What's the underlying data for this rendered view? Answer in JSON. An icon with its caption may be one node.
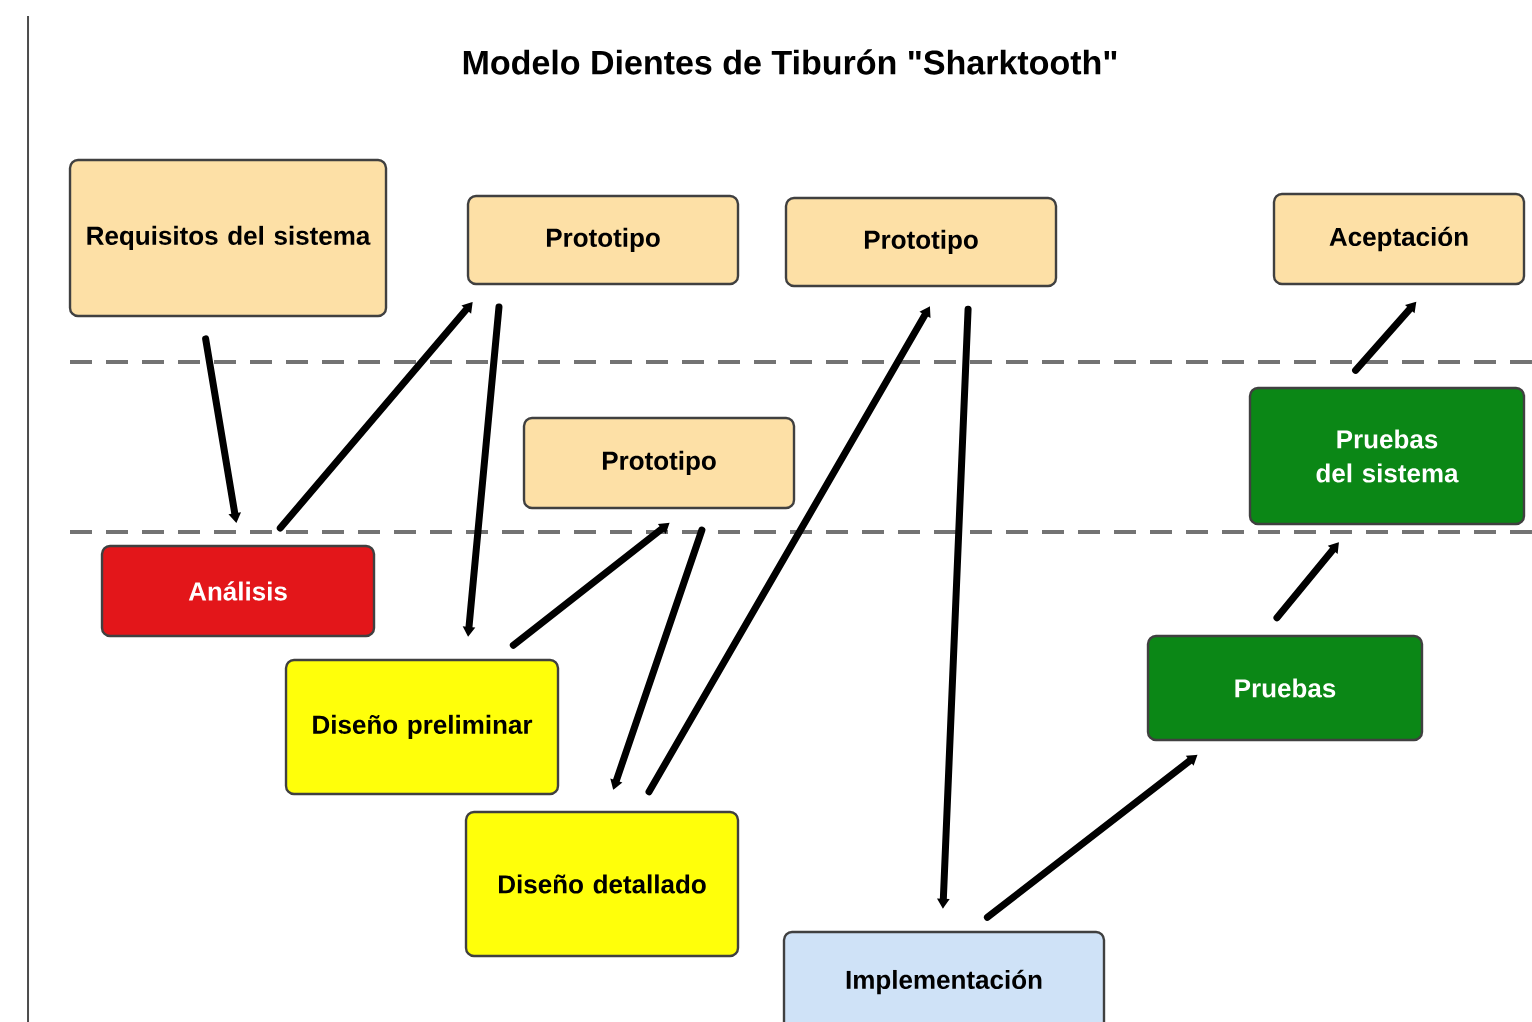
{
  "diagram": {
    "title": "Modelo Dientes de Tiburón \"Sharktooth\"",
    "nodes": [
      {
        "text": [
          "Requisitos del sistema"
        ]
      },
      {
        "text": [
          "Prototipo"
        ]
      },
      {
        "text": [
          "Prototipo"
        ]
      },
      {
        "text": [
          "Aceptación"
        ]
      },
      {
        "text": [
          "Pruebas del sistema"
        ]
      },
      {
        "text": [
          "Prototipo"
        ]
      },
      {
        "text": [
          "Análisis"
        ]
      },
      {
        "text": [
          "Diseño preliminar"
        ]
      },
      {
        "text": [
          "Pruebas"
        ]
      },
      {
        "text": [
          "Diseño detallado"
        ]
      },
      {
        "text": [
          "Implementación"
        ]
      }
    ],
    "edges": [
      {
        "from": 0,
        "to": 6,
        "arrow": "to"
      },
      {
        "from": 6,
        "to": 1,
        "arrow": "to"
      },
      {
        "from": 1,
        "to": 7,
        "arrow": "to"
      },
      {
        "from": 7,
        "to": 5,
        "arrow": "to"
      },
      {
        "from": 5,
        "to": 9,
        "arrow": "to"
      },
      {
        "from": 9,
        "to": 2,
        "arrow": "to"
      },
      {
        "from": 2,
        "to": 10,
        "arrow": "to"
      },
      {
        "from": 10,
        "to": 8,
        "arrow": "to"
      },
      {
        "from": 8,
        "to": 4,
        "arrow": "to"
      },
      {
        "from": 4,
        "to": 3,
        "arrow": "to"
      }
    ]
  }
}
